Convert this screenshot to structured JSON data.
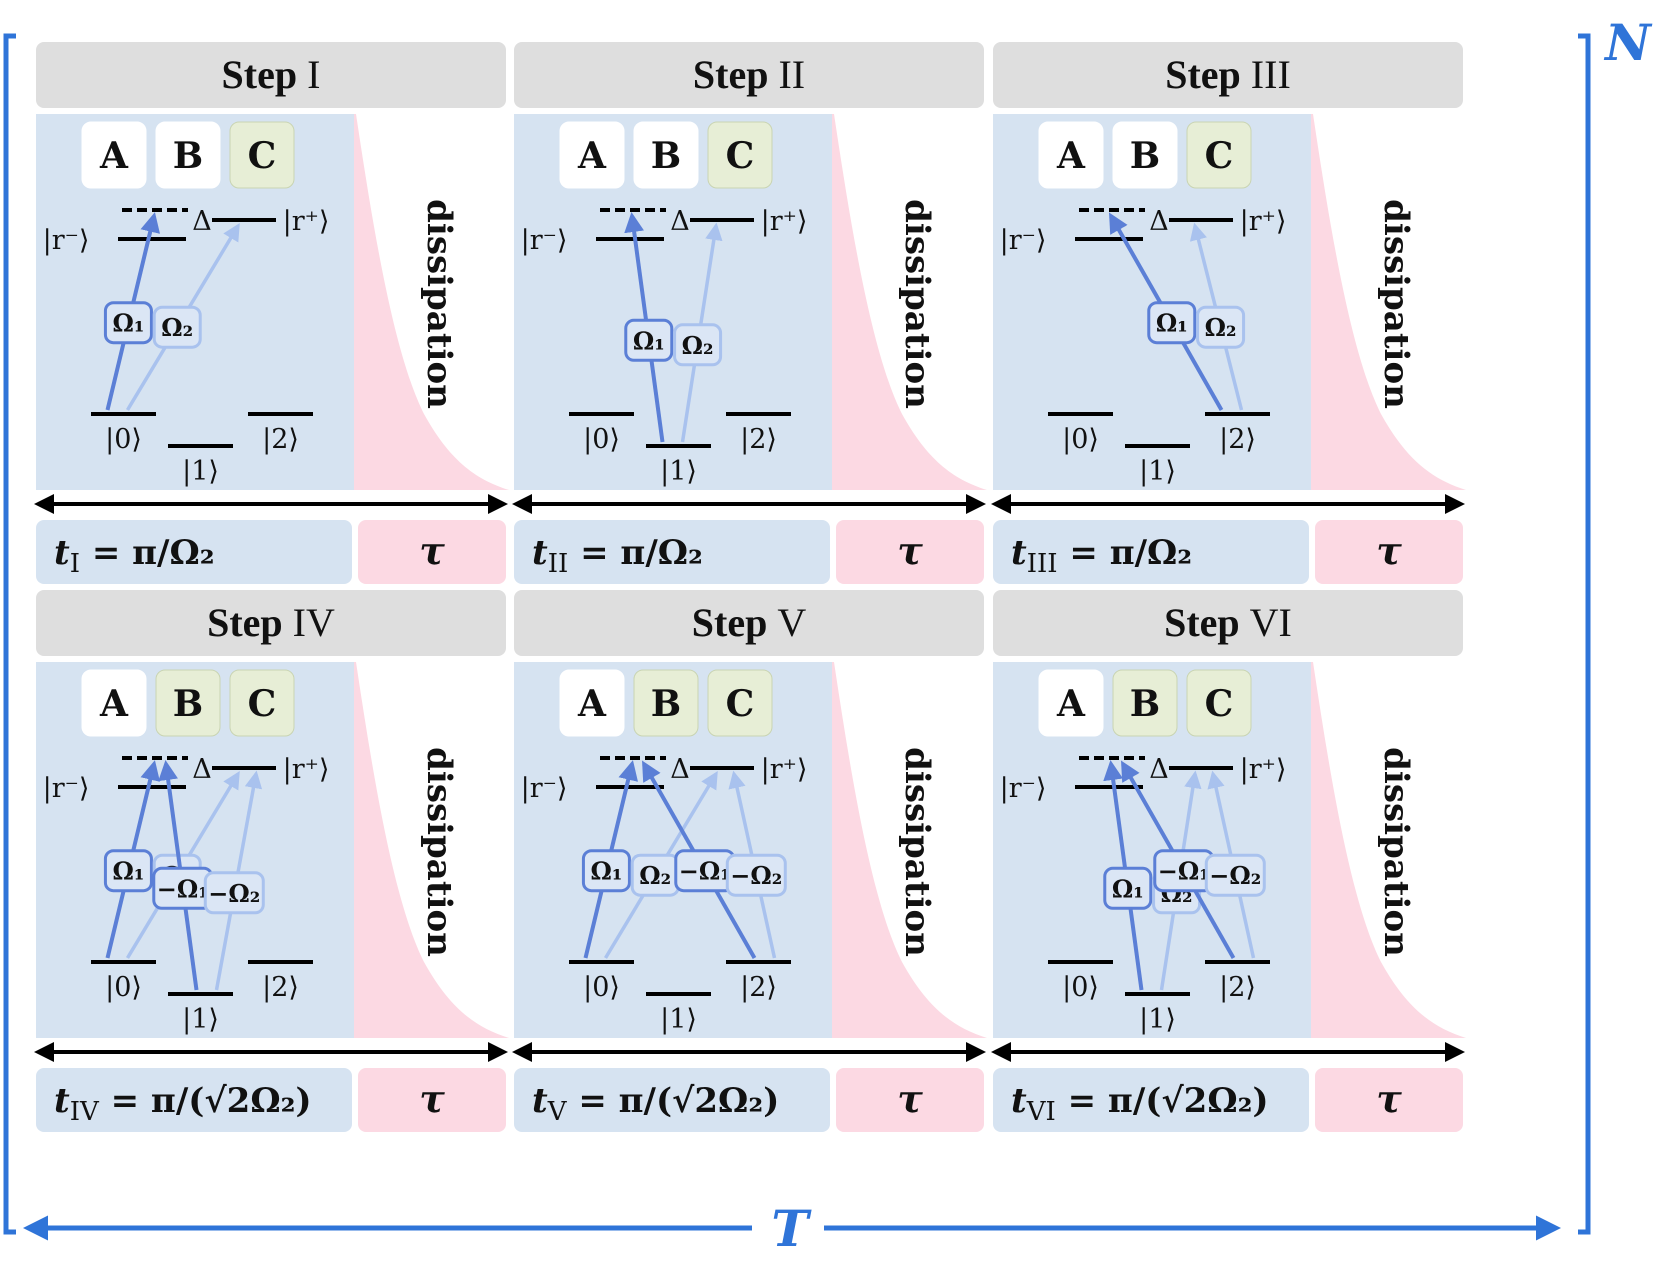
{
  "title_prefix": "Step",
  "dissipation_label": "dissipation",
  "tau_label": "τ",
  "cycle_label": "T",
  "repeat_label": "N",
  "state_labels": {
    "r_minus": "|r⁻⟩",
    "r_plus": "|r⁺⟩",
    "delta": "Δ",
    "s0": "|0⟩",
    "s1": "|1⟩",
    "s2": "|2⟩"
  },
  "atoms": [
    "A",
    "B",
    "C"
  ],
  "colors": {
    "panel_blue": "#d6e3f1",
    "dissipation_pink": "#fcd9e3",
    "header_gray": "#dedede",
    "highlight_green": "#e7eed6",
    "arrow_dark": "#5b7fd6",
    "arrow_light": "#a9c2ee",
    "accent_blue": "#2f74d8"
  },
  "steps": [
    {
      "numeral": "I",
      "highlight": [
        "C"
      ],
      "time_sub": "I",
      "time_rhs": " = π/Ω₂",
      "couplings": [
        {
          "label": "Ω₁",
          "from": "s0",
          "to": "r_minus_virtual",
          "strength": "strong"
        },
        {
          "label": "Ω₂",
          "from": "s0",
          "to": "r_plus",
          "strength": "weak"
        }
      ]
    },
    {
      "numeral": "II",
      "highlight": [
        "C"
      ],
      "time_sub": "II",
      "time_rhs": " = π/Ω₂",
      "couplings": [
        {
          "label": "Ω₁",
          "from": "s1",
          "to": "r_minus_virtual",
          "strength": "strong"
        },
        {
          "label": "Ω₂",
          "from": "s1",
          "to": "r_plus",
          "strength": "weak"
        }
      ]
    },
    {
      "numeral": "III",
      "highlight": [
        "C"
      ],
      "time_sub": "III",
      "time_rhs": " = π/Ω₂",
      "couplings": [
        {
          "label": "Ω₁",
          "from": "s2",
          "to": "r_minus_virtual",
          "strength": "strong"
        },
        {
          "label": "Ω₂",
          "from": "s2",
          "to": "r_plus",
          "strength": "weak"
        }
      ]
    },
    {
      "numeral": "IV",
      "highlight": [
        "B",
        "C"
      ],
      "time_sub": "IV",
      "time_rhs": " = π/(√2Ω₂)",
      "couplings": [
        {
          "label": "Ω₁",
          "from": "s0",
          "to": "r_minus_virtual",
          "strength": "strong"
        },
        {
          "label": "Ω₂",
          "from": "s0",
          "to": "r_plus",
          "strength": "weak"
        },
        {
          "label": "−Ω₁",
          "from": "s1",
          "to": "r_minus_virtual",
          "strength": "strong"
        },
        {
          "label": "−Ω₂",
          "from": "s1",
          "to": "r_plus",
          "strength": "weak"
        }
      ]
    },
    {
      "numeral": "V",
      "highlight": [
        "B",
        "C"
      ],
      "time_sub": "V",
      "time_rhs": " = π/(√2Ω₂)",
      "couplings": [
        {
          "label": "Ω₁",
          "from": "s0",
          "to": "r_minus_virtual",
          "strength": "strong"
        },
        {
          "label": "Ω₂",
          "from": "s0",
          "to": "r_plus",
          "strength": "weak"
        },
        {
          "label": "−Ω₁",
          "from": "s2",
          "to": "r_minus_virtual",
          "strength": "strong"
        },
        {
          "label": "−Ω₂",
          "from": "s2",
          "to": "r_plus",
          "strength": "weak"
        }
      ]
    },
    {
      "numeral": "VI",
      "highlight": [
        "B",
        "C"
      ],
      "time_sub": "VI",
      "time_rhs": " = π/(√2Ω₂)",
      "couplings": [
        {
          "label": "Ω₁",
          "from": "s1",
          "to": "r_minus_virtual",
          "strength": "strong"
        },
        {
          "label": "Ω₂",
          "from": "s1",
          "to": "r_plus",
          "strength": "weak"
        },
        {
          "label": "−Ω₁",
          "from": "s2",
          "to": "r_minus_virtual",
          "strength": "strong"
        },
        {
          "label": "−Ω₂",
          "from": "s2",
          "to": "r_plus",
          "strength": "weak"
        }
      ]
    }
  ]
}
